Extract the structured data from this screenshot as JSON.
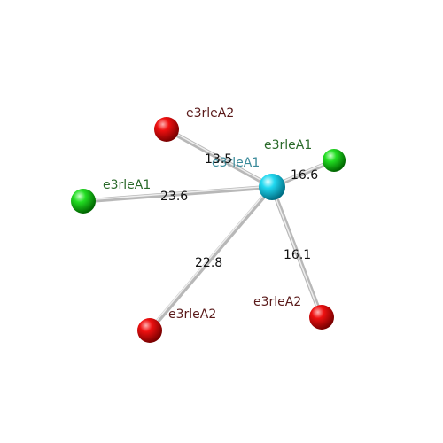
{
  "center": {
    "label": "e3rleA1",
    "color": "#1ec8e0"
  },
  "neighbors": [
    {
      "id": "n1",
      "label": "e3rleA2",
      "distance": "13.5",
      "color": "#dd0000"
    },
    {
      "id": "n2",
      "label": "e3rleA1",
      "distance": "16.6",
      "color": "#00cc00"
    },
    {
      "id": "n3",
      "label": "e3rleA1",
      "distance": "23.6",
      "color": "#00cc00"
    },
    {
      "id": "n4",
      "label": "e3rleA2",
      "distance": "22.8",
      "color": "#dd0000"
    },
    {
      "id": "n5",
      "label": "e3rleA2",
      "distance": "16.1",
      "color": "#dd0000"
    }
  ],
  "label_colors": {
    "red_group": "#5a1a1a",
    "green_group": "#2a6a2a",
    "center": "#3a8a9a"
  }
}
